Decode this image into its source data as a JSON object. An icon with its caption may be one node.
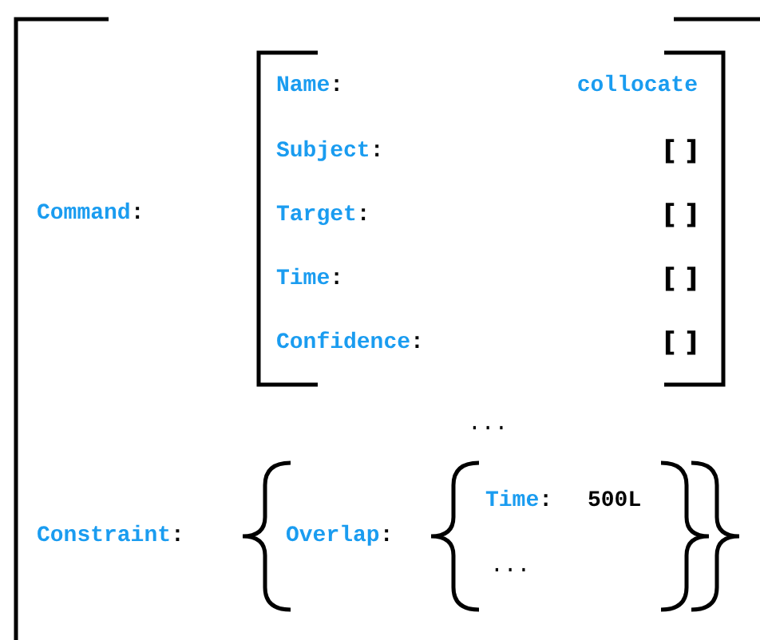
{
  "diagram": {
    "labels": [
      "Command:",
      "Name:",
      "collocate",
      "Subject:",
      "[ ]",
      "Target:",
      "[ ]",
      "Time:",
      "[ ]",
      "Confidence:",
      "[ ]",
      "...",
      "Constraint:",
      "Overlap:",
      "Time:",
      "500L",
      "..."
    ]
  }
}
